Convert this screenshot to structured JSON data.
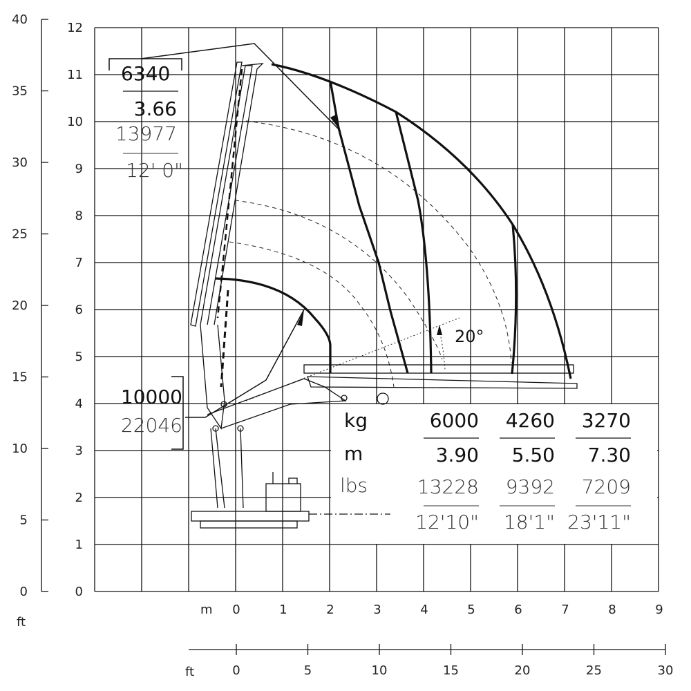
{
  "y_axis_m": {
    "labels": [
      "0",
      "1",
      "2",
      "3",
      "4",
      "5",
      "6",
      "7",
      "8",
      "9",
      "10",
      "11",
      "12"
    ]
  },
  "y_axis_ft": {
    "unit": "ft",
    "labels": [
      "0",
      "5",
      "10",
      "15",
      "20",
      "25",
      "30",
      "35",
      "40"
    ]
  },
  "x_axis_m": {
    "unit": "m",
    "labels": [
      "0",
      "1",
      "2",
      "3",
      "4",
      "5",
      "6",
      "7",
      "8",
      "9"
    ]
  },
  "x_axis_ft": {
    "unit": "ft",
    "labels": [
      "0",
      "5",
      "10",
      "15",
      "20",
      "25",
      "30"
    ]
  },
  "max_reach_callout": {
    "kg": "6340",
    "m": "3.66",
    "lbs": "13977",
    "ft": "12' 0\""
  },
  "min_reach_callout": {
    "kg": "10000",
    "lbs": "22046"
  },
  "angle_label": "20°",
  "load_table": {
    "units": {
      "kg": "kg",
      "m": "m",
      "lbs": "lbs"
    },
    "columns": [
      {
        "kg": "6000",
        "m": "3.90",
        "lbs": "13228",
        "ft": "12'10\""
      },
      {
        "kg": "4260",
        "m": "5.50",
        "lbs": "9392",
        "ft": "18'1\""
      },
      {
        "kg": "3270",
        "m": "7.30",
        "lbs": "7209",
        "ft": "23'11\""
      }
    ]
  },
  "colors": {
    "line": "#111111",
    "background": "#ffffff"
  }
}
